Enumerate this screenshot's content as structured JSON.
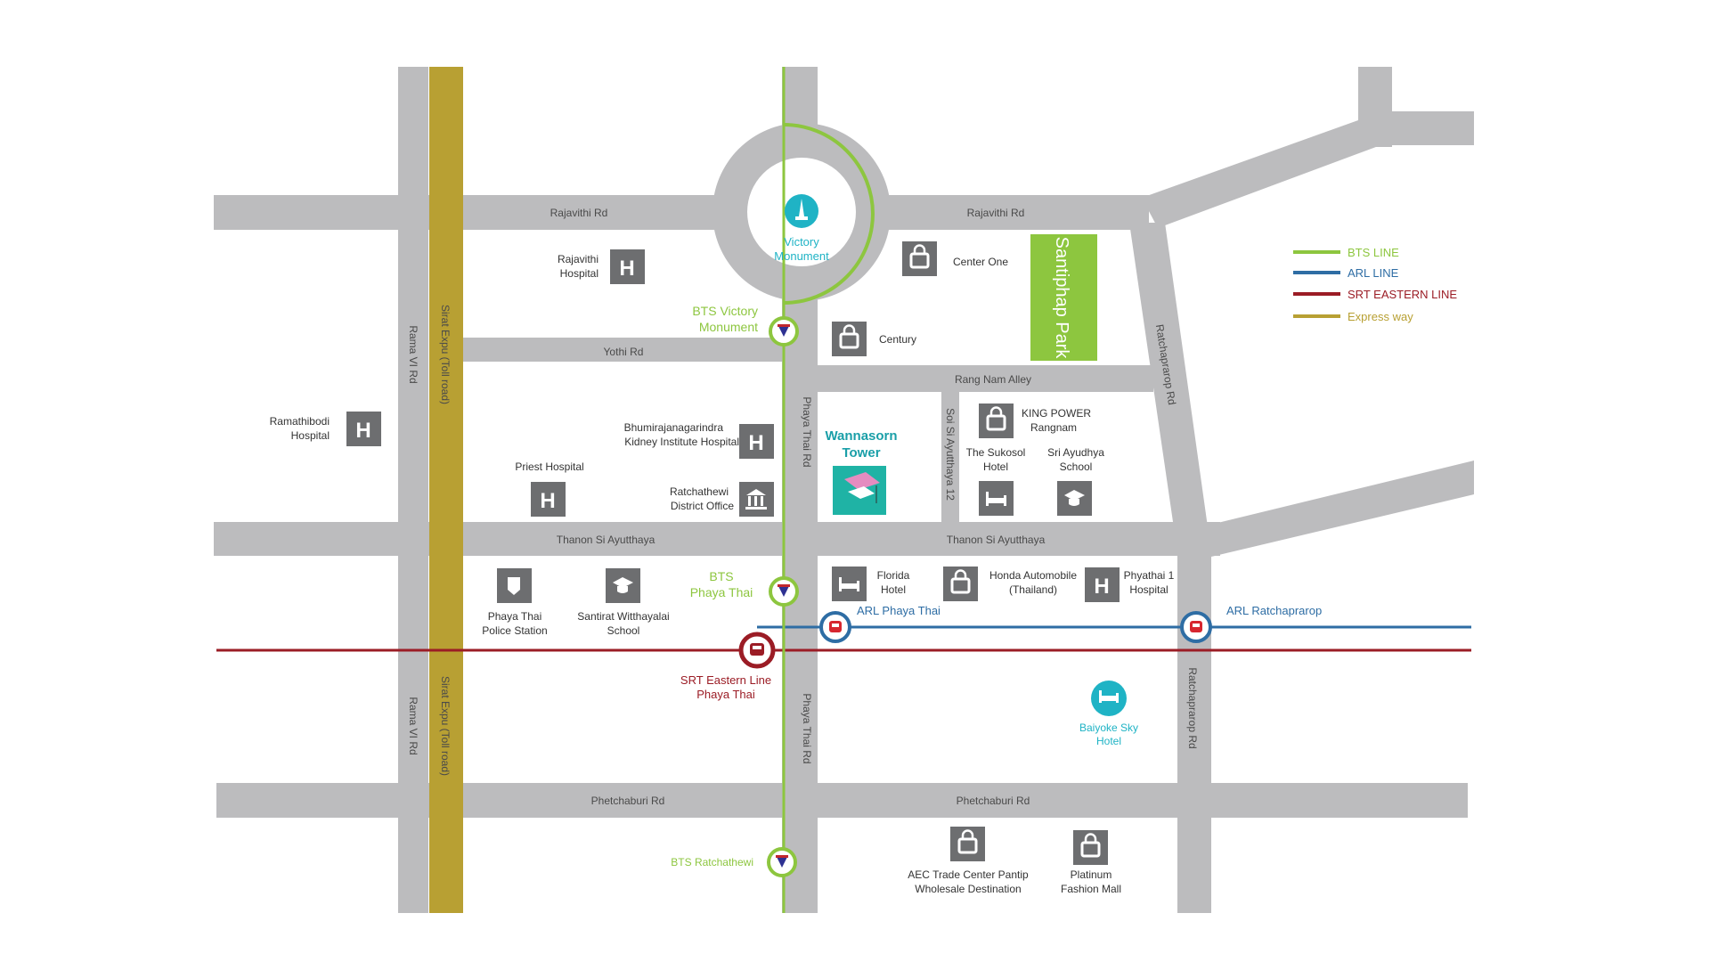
{
  "colors": {
    "road": "#bcbcbe",
    "expressway": "#b8a033",
    "bts": "#8dc63f",
    "arl": "#2e6da4",
    "srt": "#9b1c25",
    "poi_icon_bg": "#6d6e70",
    "park": "#8dc63f",
    "tower": "#1fb3a5",
    "teal": "#1fb3c5"
  },
  "legend": [
    {
      "label": "BTS LINE",
      "color": "#8dc63f"
    },
    {
      "label": "ARL LINE",
      "color": "#2e6da4"
    },
    {
      "label": "SRT EASTERN LINE",
      "color": "#9b1c25"
    },
    {
      "label": "Express way",
      "color": "#b8a033"
    }
  ],
  "roads": {
    "rajavithi_west": "Rajavithi Rd",
    "rajavithi_east": "Rajavithi Rd",
    "yothi": "Yothi Rd",
    "rang_nam": "Rang Nam Alley",
    "si_ayutthaya_west": "Thanon Si Ayutthaya",
    "si_ayutthaya_east": "Thanon Si Ayutthaya",
    "phetchaburi_west": "Phetchaburi Rd",
    "phetchaburi_east": "Phetchaburi Rd",
    "rama_vi_north": "Rama VI Rd",
    "rama_vi_south": "Rama VI Rd",
    "sirat_north": "Sirat Expu (Toll road)",
    "sirat_south": "Sirat Expu (Toll road)",
    "phaya_thai_north": "Phaya Thai Rd",
    "phaya_thai_south": "Phaya Thai Rd",
    "soi_si_ayutthaya_12": "Soi Si Ayutthaya 12",
    "ratchaprarop_north": "Ratchaprarop Rd",
    "ratchaprarop_south": "Ratchaprarop Rd"
  },
  "landmarks": {
    "victory_monument": [
      "Victory",
      "Monument"
    ],
    "park": "Santiphap Park",
    "tower": [
      "Wannasorn",
      "Tower"
    ],
    "baiyoke": [
      "Baiyoke Sky",
      "Hotel"
    ]
  },
  "stations": {
    "bts_victory": [
      "BTS Victory",
      "Monument"
    ],
    "bts_phaya_thai": [
      "BTS",
      "Phaya Thai"
    ],
    "bts_ratchathewi": "BTS Ratchathewi",
    "arl_phaya_thai": "ARL Phaya Thai",
    "arl_ratchaprarop": "ARL Ratchaprarop",
    "srt_phaya_thai": [
      "SRT Eastern Line",
      "Phaya Thai"
    ]
  },
  "pois": {
    "rajavithi_hospital": [
      "Rajavithi",
      "Hospital"
    ],
    "center_one": "Center One",
    "century": "Century",
    "ramathibodi": [
      "Ramathibodi",
      "Hospital"
    ],
    "bhumirajanagarindra": [
      "Bhumirajanagarindra",
      "Kidney Institute Hospital"
    ],
    "priest_hospital": "Priest Hospital",
    "ratchathewi_office": [
      "Ratchathewi",
      "District Office"
    ],
    "king_power": [
      "KING POWER",
      "Rangnam"
    ],
    "sukosol": [
      "The Sukosol",
      "Hotel"
    ],
    "sri_ayudhya": [
      "Sri Ayudhya",
      "School"
    ],
    "police_station": [
      "Phaya Thai",
      "Police Station"
    ],
    "santirat": [
      "Santirat Witthayalai",
      "School"
    ],
    "florida": [
      "Florida",
      "Hotel"
    ],
    "honda": [
      "Honda Automobile",
      "(Thailand)"
    ],
    "phyathai1": [
      "Phyathai 1",
      "Hospital"
    ],
    "aec": [
      "AEC Trade Center Pantip",
      "Wholesale Destination"
    ],
    "platinum": [
      "Platinum",
      "Fashion Mall"
    ]
  }
}
